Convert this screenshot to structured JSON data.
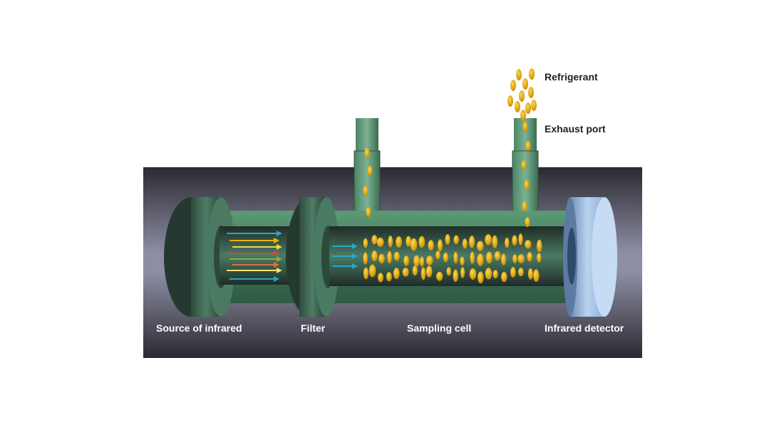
{
  "labels": {
    "source": "Source of infrared",
    "filter": "Filter",
    "cell": "Sampling cell",
    "detector": "Infrared detector",
    "refrigerant": "Refrigerant",
    "exhaust": "Exhaust port"
  },
  "colors": {
    "housing": "#3a383f",
    "housing_light": "#8a8aa0",
    "tube_green": "#3f7a5c",
    "tube_green_light": "#6aa882",
    "disc_dark": "#2f4a3e",
    "detector_blue": "#9dbfe6",
    "particle": "#e8a800",
    "beam_colors": [
      "#2aa7c9",
      "#e8b400",
      "#f2d24a",
      "#d8443a",
      "#7fb04a",
      "#e86a3a",
      "#f6e070"
    ]
  },
  "icons": [
    "refrigerant-particle-icon",
    "infrared-beam-arrow-icon"
  ]
}
